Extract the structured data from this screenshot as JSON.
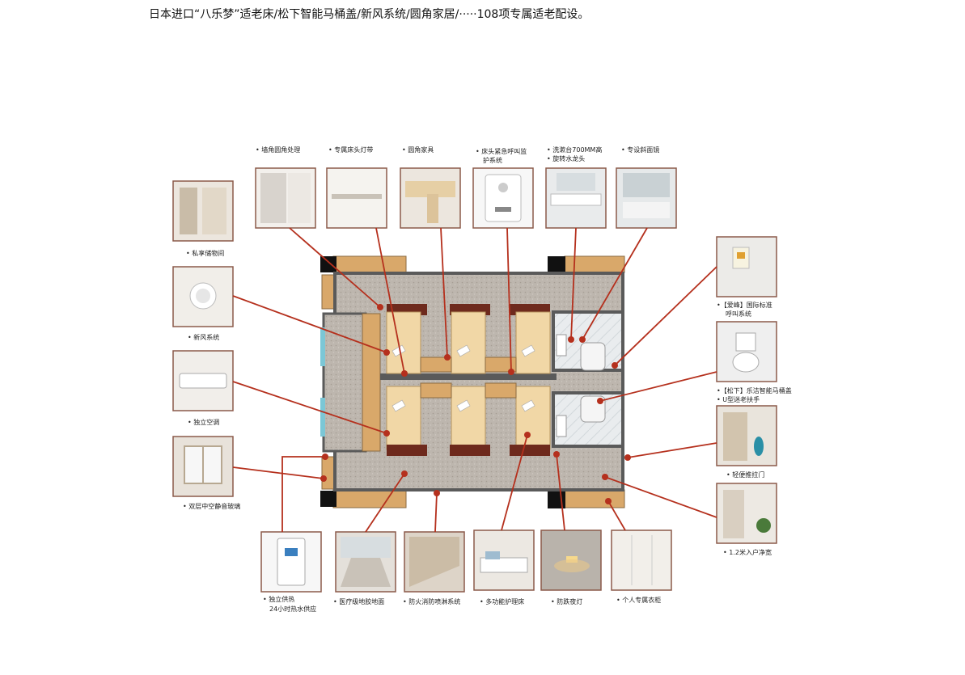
{
  "caption": "日本进口“八乐梦”适老床/松下智能马桶盖/新风系统/圆角家居/·····108项专属适老配设。",
  "labels": {
    "corner": "• 墙角圆角处理",
    "light_strip": "• 专属床头灯带",
    "round_furniture": "• 圆角家具",
    "call_l1": "• 床头紧急呼叫监",
    "call_l2": "护系统",
    "basin_l1": "• 洗漱台700MM高",
    "basin_l2": "• 旋转水龙头",
    "mirror": "• 专设斜面镜",
    "storage": "• 私享储物间",
    "fresh_air": "• 新风系统",
    "ac": "• 独立空调",
    "glass": "• 双层中空静音玻璃",
    "intl_call_l1": "•【爱峰】国际标准",
    "intl_call_l2": "呼叫系统",
    "toilet_l1": "•【松下】乐洁智能马桶盖",
    "toilet_l2": "• U型迷老扶手",
    "door": "• 轻便推拉门",
    "entry": "• 1.2米入户净宽",
    "heater_l1": "• 独立供热",
    "heater_l2": "24小时热水供应",
    "floor": "• 医疗级地胶地面",
    "sprinkler": "• 防火消防喷淋系统",
    "care_bed": "• 多功能护理床",
    "night_light": "• 防跌夜灯",
    "wardrobe": "• 个人专属衣柜"
  },
  "colors": {
    "leader": "#b5301d",
    "wall": "#5a5a5a",
    "carpet": "#b9b2ab",
    "bed": "#f1d7a6",
    "headboard": "#6e2a1d",
    "wood": "#d9a86a",
    "window": "#7cc7d6"
  }
}
